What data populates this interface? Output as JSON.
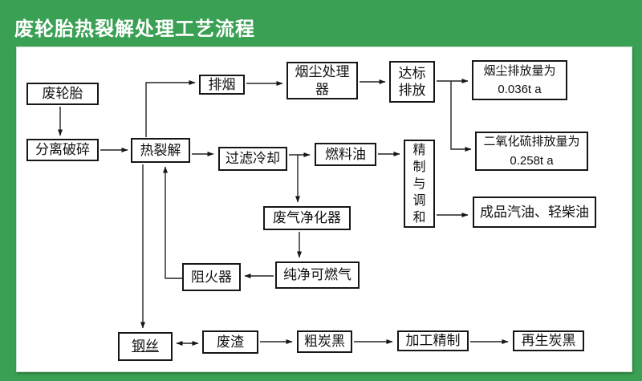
{
  "title": "废轮胎热裂解处理工艺流程",
  "colors": {
    "background": "#3aa053",
    "panel": "#ffffff",
    "box_border": "#161616",
    "text": "#111111",
    "title_text": "#ffffff"
  },
  "nodes": {
    "waste_tire": {
      "label": "废轮胎"
    },
    "separate_crush": {
      "label": "分离破碎"
    },
    "pyrolysis": {
      "label": "热裂解"
    },
    "smoke_exhaust": {
      "label": "排烟"
    },
    "dust_processor": {
      "label": "烟尘处理\n器"
    },
    "standard_discharge": {
      "label": "达标\n排放"
    },
    "dust_emission": {
      "label": "烟尘排放量为\n0.036t a"
    },
    "filter_cooling": {
      "label": "过滤冷却"
    },
    "fuel_oil": {
      "label": "燃料油"
    },
    "refine_blend": {
      "label": "精\n制\n与\n调\n和"
    },
    "so2_emission": {
      "label": "二氧化硫排放量为\n0.258t a"
    },
    "finished_oil": {
      "label": "成品汽油、轻柴油"
    },
    "gas_purifier": {
      "label": "废气净化器"
    },
    "flame_arrester": {
      "label": "阻火器"
    },
    "pure_gas": {
      "label": "纯净可燃气"
    },
    "steel_wire": {
      "label": "钢丝"
    },
    "waste_residue": {
      "label": "废渣"
    },
    "crude_carbon_black": {
      "label": "粗炭黑"
    },
    "processing_refine": {
      "label": "加工精制"
    },
    "regen_carbon_black": {
      "label": "再生炭黑"
    }
  }
}
